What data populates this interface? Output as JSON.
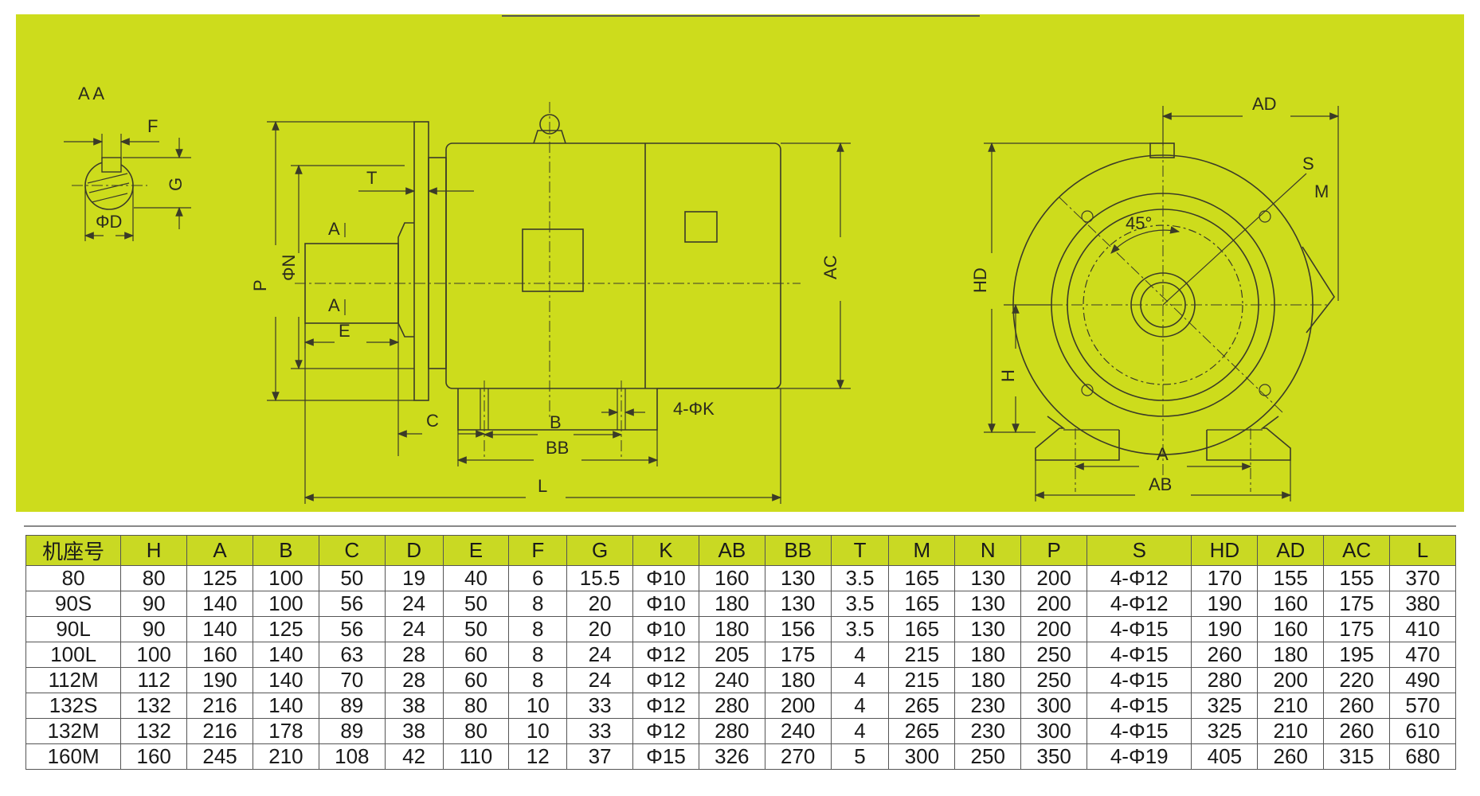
{
  "colors": {
    "panel": "#cddc1c",
    "header": "#c9d923",
    "line": "#3b3b28"
  },
  "drawing": {
    "section_label": "A A",
    "labels": {
      "F": "F",
      "G": "G",
      "phiD": "ΦD",
      "T": "T",
      "A_top": "A",
      "A_bottom": "A",
      "phiN": "ΦN",
      "P": "P",
      "E": "E",
      "C": "C",
      "B": "B",
      "BB": "BB",
      "K": "4-ΦK",
      "L": "L",
      "AC": "AC",
      "AD": "AD",
      "S": "S",
      "M": "M",
      "angle": "45°",
      "HD": "HD",
      "H": "H",
      "A_end": "A",
      "AB": "AB"
    }
  },
  "table": {
    "headers": [
      "机座号",
      "H",
      "A",
      "B",
      "C",
      "D",
      "E",
      "F",
      "G",
      "K",
      "AB",
      "BB",
      "T",
      "M",
      "N",
      "P",
      "S",
      "HD",
      "AD",
      "AC",
      "L"
    ],
    "rows": [
      [
        "80",
        "80",
        "125",
        "100",
        "50",
        "19",
        "40",
        "6",
        "15.5",
        "Φ10",
        "160",
        "130",
        "3.5",
        "165",
        "130",
        "200",
        "4-Φ12",
        "170",
        "155",
        "155",
        "370"
      ],
      [
        "90S",
        "90",
        "140",
        "100",
        "56",
        "24",
        "50",
        "8",
        "20",
        "Φ10",
        "180",
        "130",
        "3.5",
        "165",
        "130",
        "200",
        "4-Φ12",
        "190",
        "160",
        "175",
        "380"
      ],
      [
        "90L",
        "90",
        "140",
        "125",
        "56",
        "24",
        "50",
        "8",
        "20",
        "Φ10",
        "180",
        "156",
        "3.5",
        "165",
        "130",
        "200",
        "4-Φ15",
        "190",
        "160",
        "175",
        "410"
      ],
      [
        "100L",
        "100",
        "160",
        "140",
        "63",
        "28",
        "60",
        "8",
        "24",
        "Φ12",
        "205",
        "175",
        "4",
        "215",
        "180",
        "250",
        "4-Φ15",
        "260",
        "180",
        "195",
        "470"
      ],
      [
        "112M",
        "112",
        "190",
        "140",
        "70",
        "28",
        "60",
        "8",
        "24",
        "Φ12",
        "240",
        "180",
        "4",
        "215",
        "180",
        "250",
        "4-Φ15",
        "280",
        "200",
        "220",
        "490"
      ],
      [
        "132S",
        "132",
        "216",
        "140",
        "89",
        "38",
        "80",
        "10",
        "33",
        "Φ12",
        "280",
        "200",
        "4",
        "265",
        "230",
        "300",
        "4-Φ15",
        "325",
        "210",
        "260",
        "570"
      ],
      [
        "132M",
        "132",
        "216",
        "178",
        "89",
        "38",
        "80",
        "10",
        "33",
        "Φ12",
        "280",
        "240",
        "4",
        "265",
        "230",
        "300",
        "4-Φ15",
        "325",
        "210",
        "260",
        "610"
      ],
      [
        "160M",
        "160",
        "245",
        "210",
        "108",
        "42",
        "110",
        "12",
        "37",
        "Φ15",
        "326",
        "270",
        "5",
        "300",
        "250",
        "350",
        "4-Φ19",
        "405",
        "260",
        "315",
        "680"
      ]
    ]
  }
}
